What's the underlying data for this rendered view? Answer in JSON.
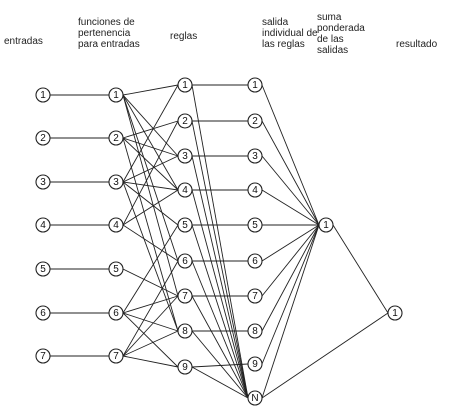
{
  "headers": {
    "entradas": [
      "entradas"
    ],
    "funciones": [
      "funciones de",
      "pertenencia",
      "para entradas"
    ],
    "reglas": [
      "reglas"
    ],
    "salida": [
      "salida",
      "individual de",
      "las reglas"
    ],
    "suma": [
      "suma",
      "ponderada",
      "de las",
      "salidas"
    ],
    "resultado": [
      "resultado"
    ]
  },
  "layers": {
    "inputs": [
      "1",
      "2",
      "3",
      "4",
      "5",
      "6",
      "7"
    ],
    "membership": [
      "1",
      "2",
      "3",
      "4",
      "5",
      "6",
      "7"
    ],
    "rules": [
      "1",
      "2",
      "3",
      "4",
      "5",
      "6",
      "7",
      "8",
      "9"
    ],
    "outputs": [
      "1",
      "2",
      "3",
      "4",
      "5",
      "6",
      "7",
      "8",
      "9",
      "N"
    ],
    "sum": [
      "1"
    ],
    "result": [
      "1"
    ]
  }
}
